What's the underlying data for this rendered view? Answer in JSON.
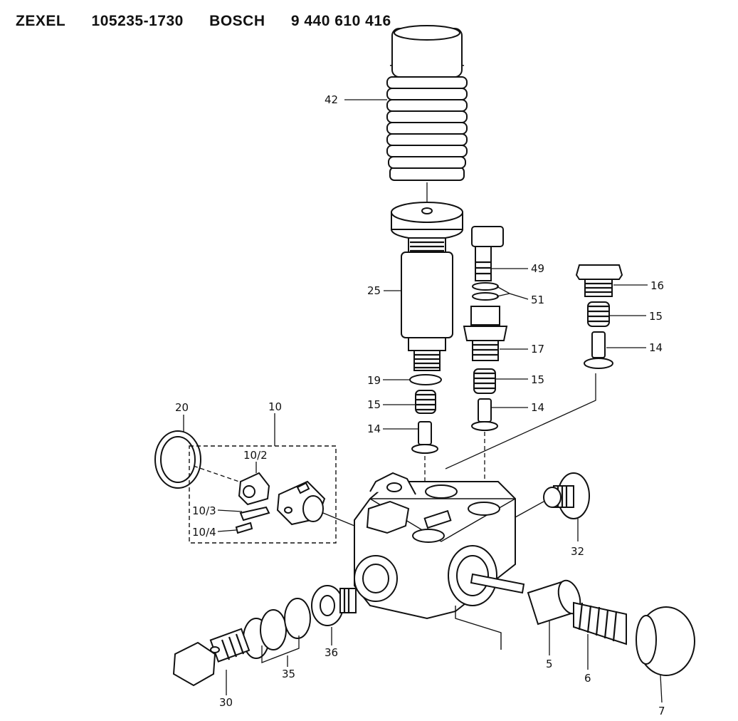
{
  "header": {
    "brand1": "ZEXEL",
    "part1": "105235-1730",
    "brand2": "BOSCH",
    "part2": "9 440 610 416"
  },
  "labels": {
    "p42": "42",
    "p25": "25",
    "p49": "49",
    "p51": "51",
    "p16": "16",
    "p15a": "15",
    "p15b": "15",
    "p15c": "15",
    "p14a": "14",
    "p14b": "14",
    "p14c": "14",
    "p17": "17",
    "p19": "19",
    "p20": "20",
    "p10": "10",
    "p10_2": "10/2",
    "p10_3": "10/3",
    "p10_4": "10/4",
    "p32": "32",
    "p36": "36",
    "p35": "35",
    "p30": "30",
    "p5": "5",
    "p6": "6",
    "p7": "7"
  }
}
